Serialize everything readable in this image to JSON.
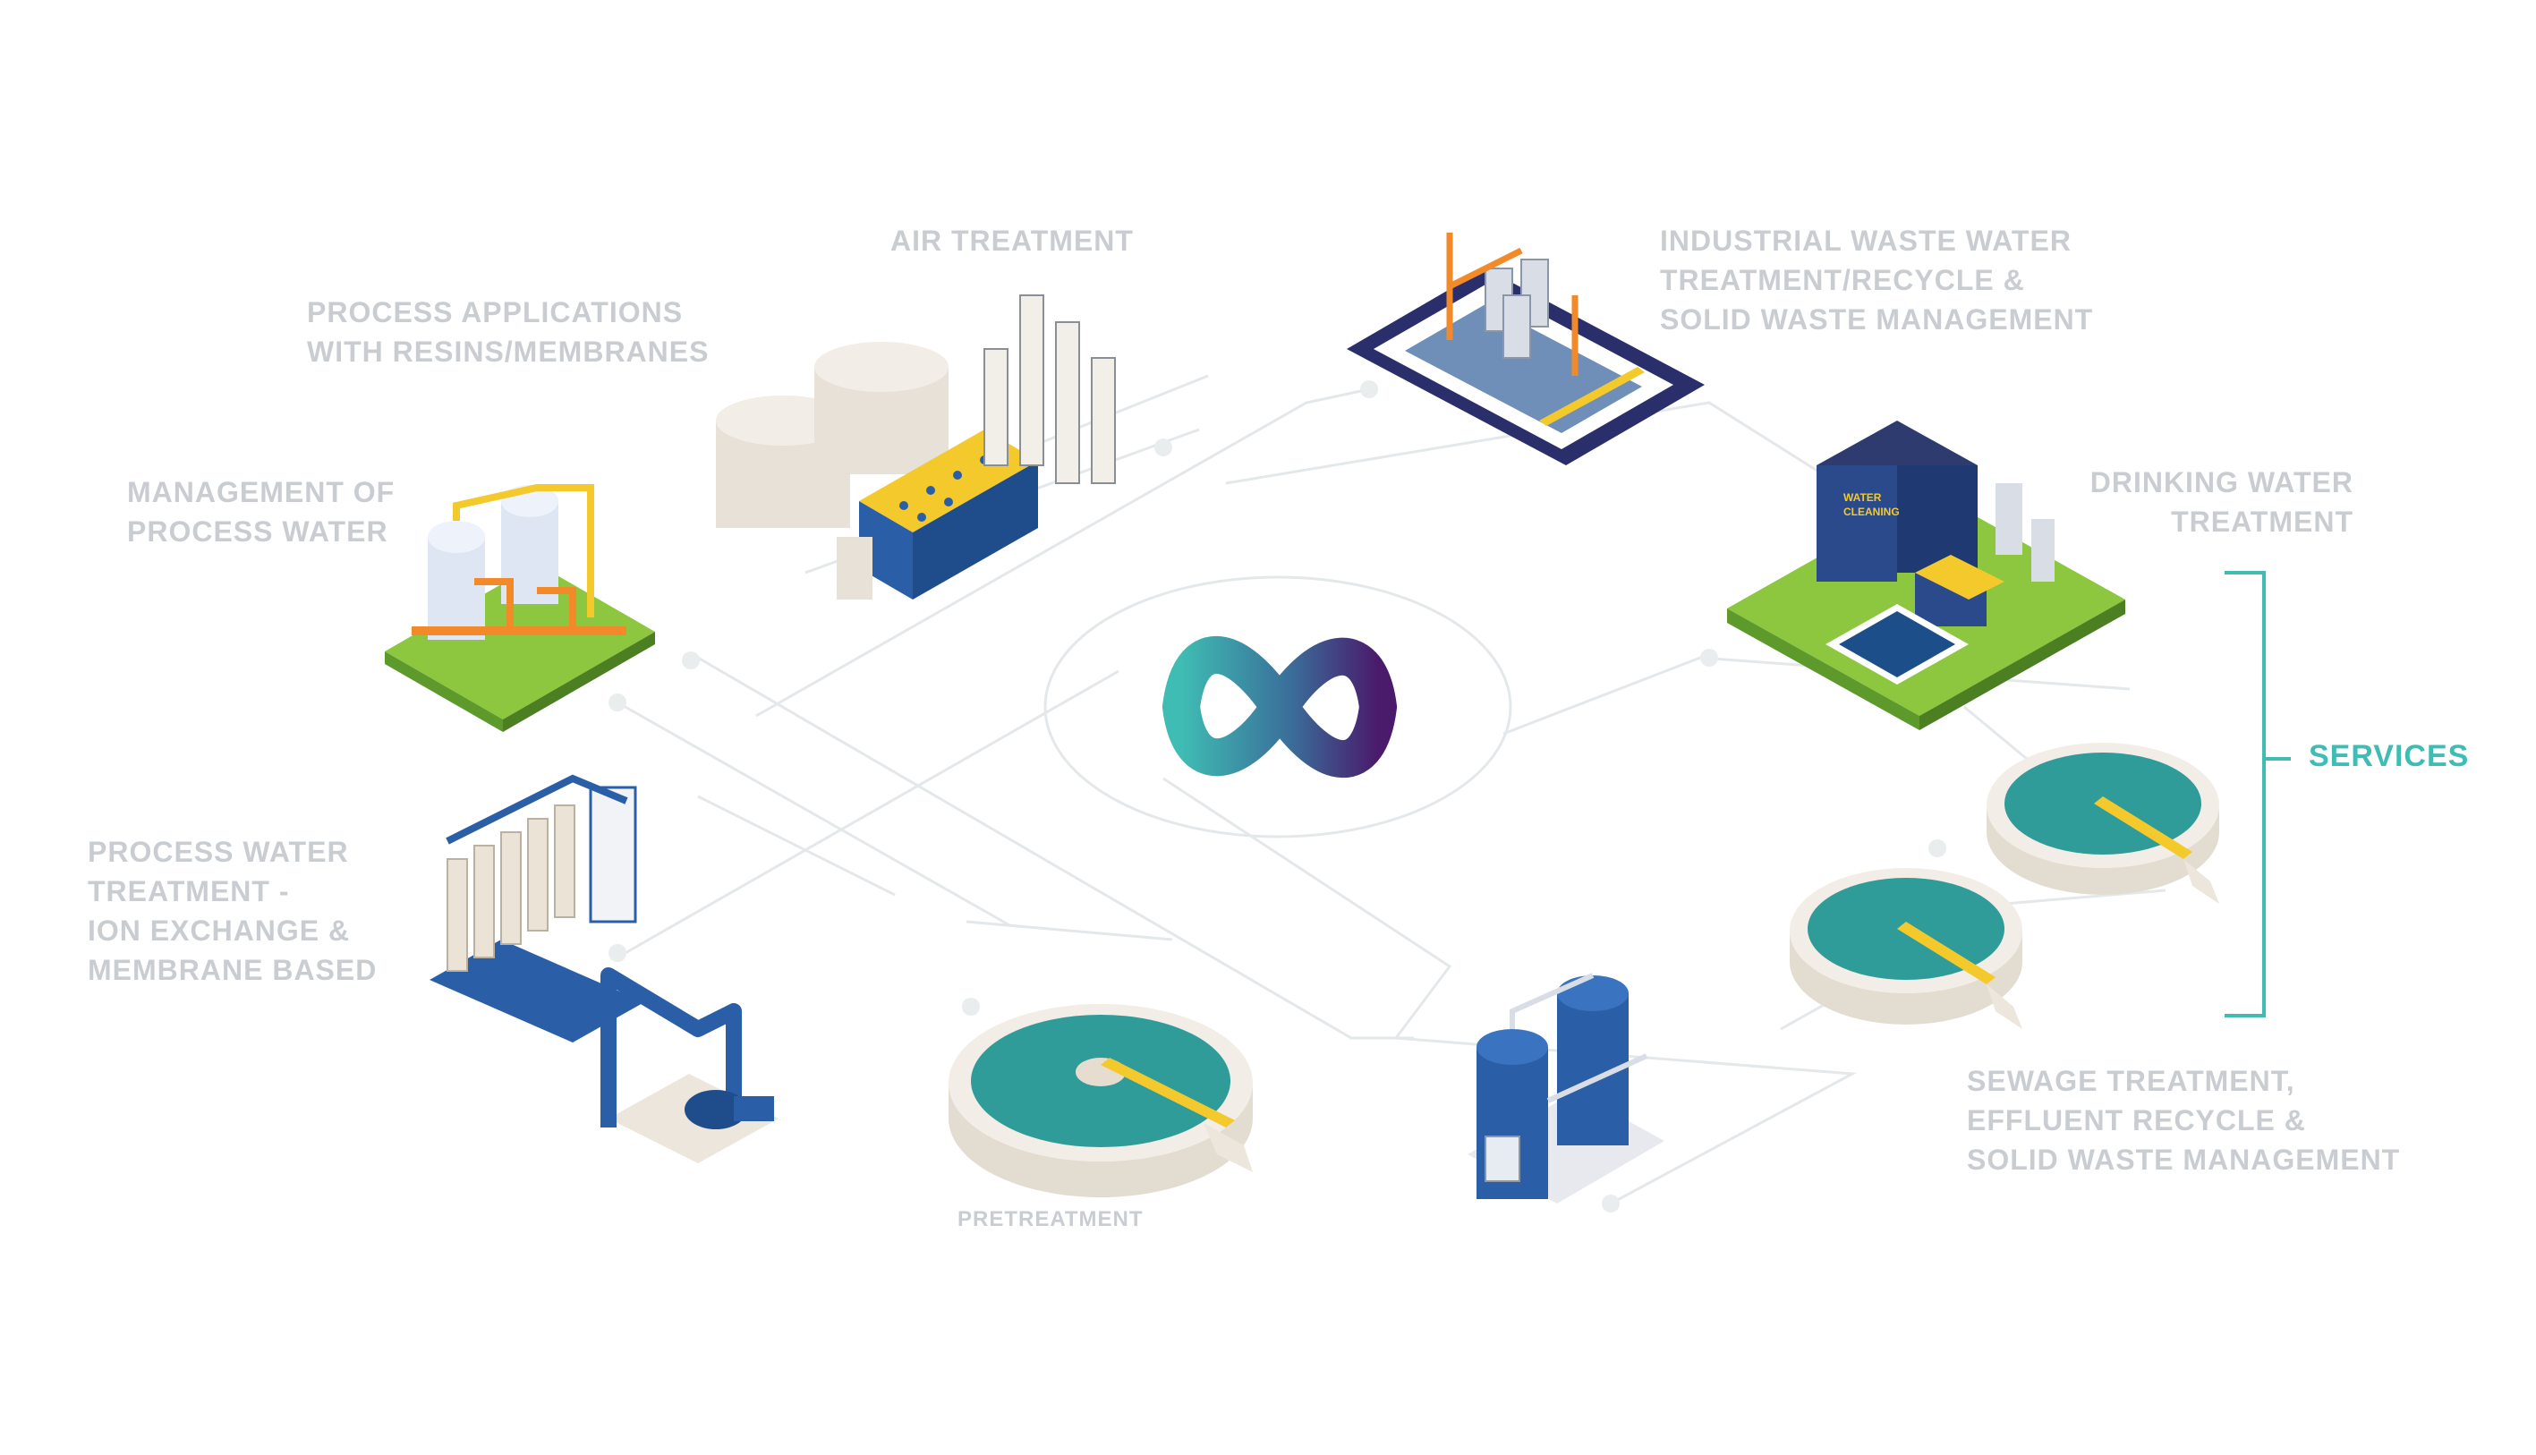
{
  "colors": {
    "accent": "#3fbcb3",
    "label": "#c9cdd2",
    "connector": "#e4e8ea",
    "logo_start": "#3fbcb3",
    "logo_end": "#4a1a6b"
  },
  "logo": {
    "icon": "infinity-loop-icon"
  },
  "labels": {
    "air_treatment": [
      "AIR TREATMENT"
    ],
    "process_applications": [
      "PROCESS APPLICATIONS",
      "WITH RESINS/MEMBRANES"
    ],
    "management_process_water": [
      "MANAGEMENT OF",
      "PROCESS WATER"
    ],
    "process_water_treatment": [
      "PROCESS WATER",
      "TREATMENT -",
      "ION EXCHANGE &",
      "MEMBRANE BASED"
    ],
    "pretreatment": [
      "PRETREATMENT"
    ],
    "industrial_waste_water": [
      "INDUSTRIAL WASTE WATER",
      "TREATMENT/RECYCLE &",
      "SOLID WASTE MANAGEMENT"
    ],
    "drinking_water": [
      "DRINKING WATER",
      "TREATMENT"
    ],
    "sewage_treatment": [
      "SEWAGE TREATMENT,",
      "EFFLUENT RECYCLE &",
      "SOLID WASTE MANAGEMENT"
    ]
  },
  "services": {
    "label": "SERVICES"
  },
  "illustrations": [
    "pressure-vessels-icon",
    "storage-tanks-icon",
    "industrial-wastewater-plant-icon",
    "drinking-water-plant-icon",
    "membrane-rack-icon",
    "pump-skid-icon",
    "clarifier-icon",
    "filter-vessels-icon",
    "sewage-clarifiers-icon"
  ],
  "plant_sign": [
    "WATER",
    "CLEANING"
  ]
}
